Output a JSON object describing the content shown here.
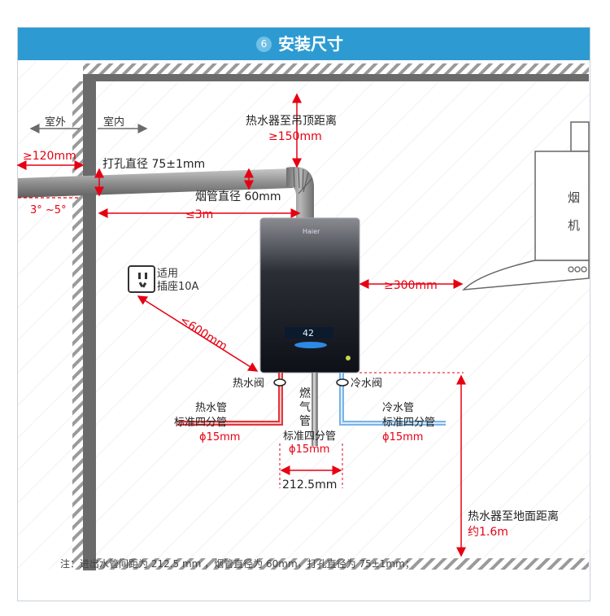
{
  "banner": {
    "number": "6",
    "title": "安装尺寸"
  },
  "labels": {
    "outdoor": "室外",
    "indoor": "室内",
    "gt120": "≥120mm",
    "hole": "打孔直径 75±1mm",
    "flue": "烟管直径 60mm",
    "slope": "3°  ~5°",
    "le3m": "≤3m",
    "ceiling_line1": "热水器至吊顶距离",
    "ceiling_line2": "≥150mm",
    "socket_line1": "适用",
    "socket_line2": "插座10A",
    "le600": "≤600mm",
    "gt300": "≥300mm",
    "hood_line1": "烟",
    "hood_line2": "机",
    "hot_valve": "热水阀",
    "cold_valve": "冷水阀",
    "gas_1": "燃",
    "gas_2": "气",
    "gas_3": "管",
    "hot_pipe_1": "热水管",
    "hot_pipe_2": "标准四分管",
    "hot_pipe_3": "ϕ15mm",
    "cold_pipe_1": "冷水管",
    "cold_pipe_2": "标准四分管",
    "cold_pipe_3": "ϕ15mm",
    "gas_pipe_1": "标准四分管",
    "gas_pipe_2": "ϕ15mm",
    "spacing": "212.5mm",
    "ground_line1": "热水器至地面距离",
    "ground_line2": "约1.6m",
    "brand": "Haier",
    "display": "42"
  },
  "note": "注：进出水管间距为 212.5 mm ，烟管直径为 60mm，打孔直径为 75±1mm；",
  "colors": {
    "banner": "#2d9bd2",
    "dimension": "#e60012",
    "hot_pipe": "#e0383c",
    "cold_pipe": "#7ab3e6"
  }
}
